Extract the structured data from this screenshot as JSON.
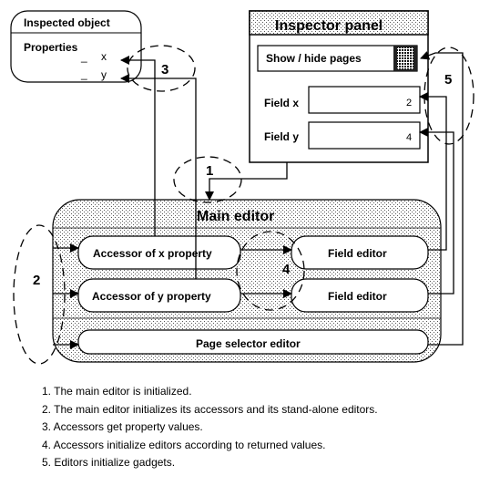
{
  "inspected_object": {
    "title": "Inspected object",
    "properties_label": "Properties",
    "prop_x": "x",
    "prop_y": "y",
    "dash_x": "_",
    "dash_y": "_"
  },
  "inspector_panel": {
    "title": "Inspector  panel",
    "show_hide_label": "Show / hide pages",
    "field_x_label": "Field x",
    "field_x_value": "2",
    "field_y_label": "Field y",
    "field_y_value": "4"
  },
  "main_editor": {
    "title": "Main editor",
    "accessor_x": "Accessor of x property",
    "accessor_y": "Accessor  of y property",
    "field_editor_1": "Field editor",
    "field_editor_2": "Field editor",
    "page_selector": "Page selector editor"
  },
  "step_numbers": {
    "s1": "1",
    "s2": "2",
    "s3": "3",
    "s4": "4",
    "s5": "5"
  },
  "captions": [
    "1. The main editor is initialized.",
    "2. The main editor initializes  its accessors and its stand-alone editors.",
    "3.  Accessors get property values.",
    "4.  Accessors initialize editors according to  returned values.",
    "5.  Editors initialize gadgets."
  ]
}
